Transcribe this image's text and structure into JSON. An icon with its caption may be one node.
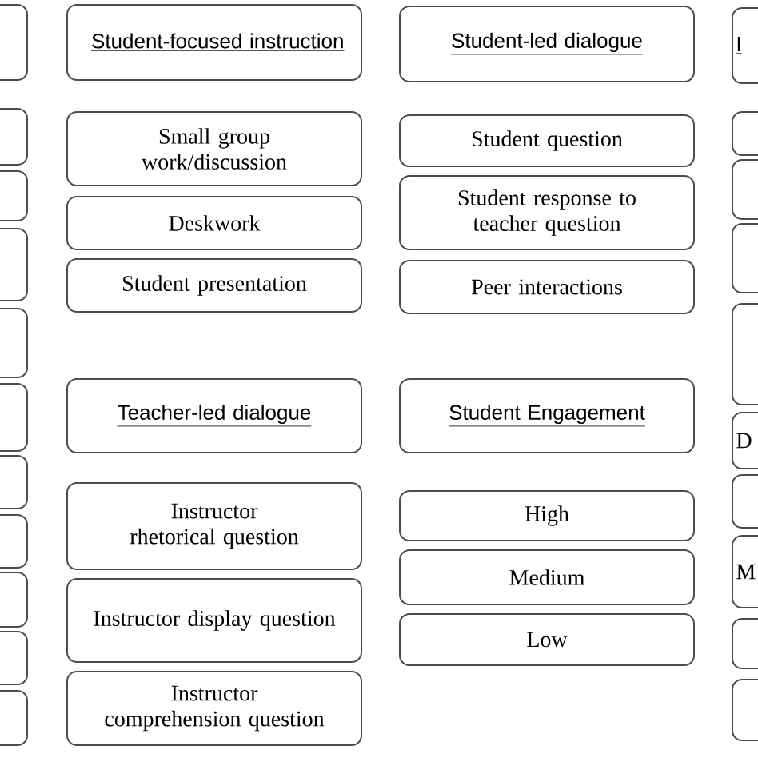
{
  "diagram": {
    "nodes": [
      {
        "text": [],
        "shape": "box"
      },
      {
        "text": [],
        "shape": "box"
      },
      {
        "text": [],
        "shape": "box"
      },
      {
        "text": [],
        "shape": "box"
      },
      {
        "text": [],
        "shape": "box"
      },
      {
        "text": [],
        "shape": "box"
      },
      {
        "text": [],
        "shape": "box"
      },
      {
        "text": [],
        "shape": "box"
      },
      {
        "text": [],
        "shape": "box"
      },
      {
        "text": [],
        "shape": "box"
      },
      {
        "text": [],
        "shape": "box"
      },
      {
        "text": [
          "Student-focused instruction"
        ]
      },
      {
        "text": [
          "Small group work/discussion"
        ]
      },
      {
        "text": [
          "Deskwork"
        ]
      },
      {
        "text": [
          "Student presentation"
        ]
      },
      {
        "text": [
          "Teacher-led dialogue"
        ]
      },
      {
        "text": [
          "Instructor rhetorical question"
        ]
      },
      {
        "text": [
          "Instructor display question"
        ]
      },
      {
        "text": [
          "Instructor comprehension question"
        ]
      },
      {
        "text": [
          "Student-led dialogue"
        ]
      },
      {
        "text": [
          "Student question"
        ]
      },
      {
        "text": [
          "Student response to teacher question"
        ]
      },
      {
        "text": [
          "Peer interactions"
        ]
      },
      {
        "text": [
          "Student Engagement"
        ]
      },
      {
        "text": [
          "High"
        ]
      },
      {
        "text": [
          "Medium"
        ]
      },
      {
        "text": [
          "Low"
        ]
      },
      {
        "text": [
          "I"
        ]
      },
      {
        "text": [],
        "shape": "box"
      },
      {
        "text": [],
        "shape": "box"
      },
      {
        "text": [],
        "shape": "box"
      },
      {
        "text": [],
        "shape": "box"
      },
      {
        "text": [
          "D"
        ]
      },
      {
        "text": [],
        "shape": "box"
      },
      {
        "text": [
          "M"
        ]
      },
      {
        "text": [],
        "shape": "box"
      },
      {
        "text": [],
        "shape": "box"
      }
    ]
  }
}
